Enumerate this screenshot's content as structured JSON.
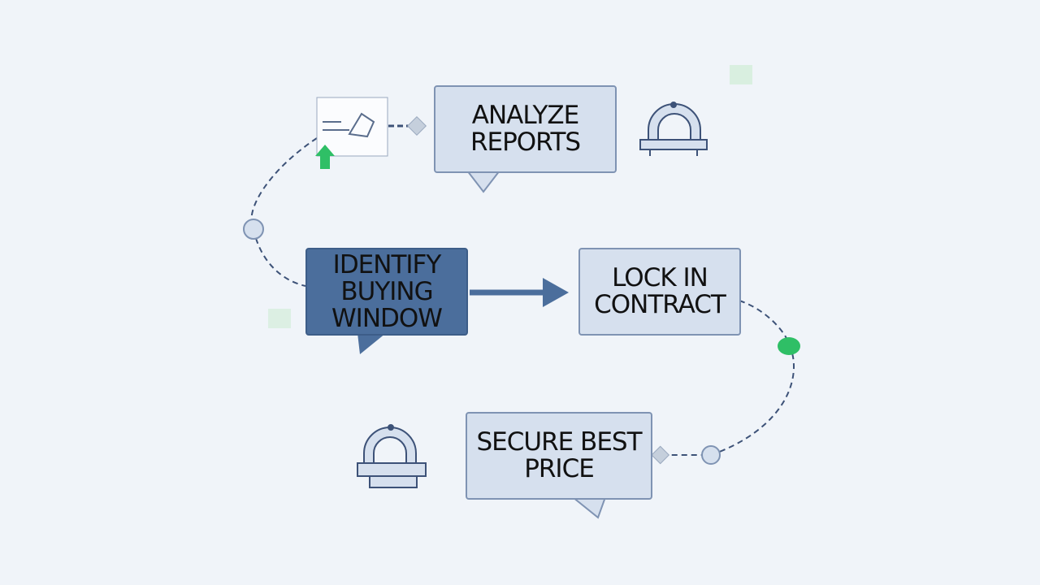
{
  "steps": [
    {
      "label": "ANALYZE REPORTS"
    },
    {
      "label": "IDENTIFY BUYING WINDOW"
    },
    {
      "label": "LOCK IN CONTRACT"
    },
    {
      "label": "SECURE BEST PRICE"
    }
  ],
  "colors": {
    "background": "#f0f4f9",
    "box": "#d6e0ee",
    "highlight": "#4b6e9c",
    "accent_green": "#2fbf66",
    "line": "#3d5278"
  }
}
